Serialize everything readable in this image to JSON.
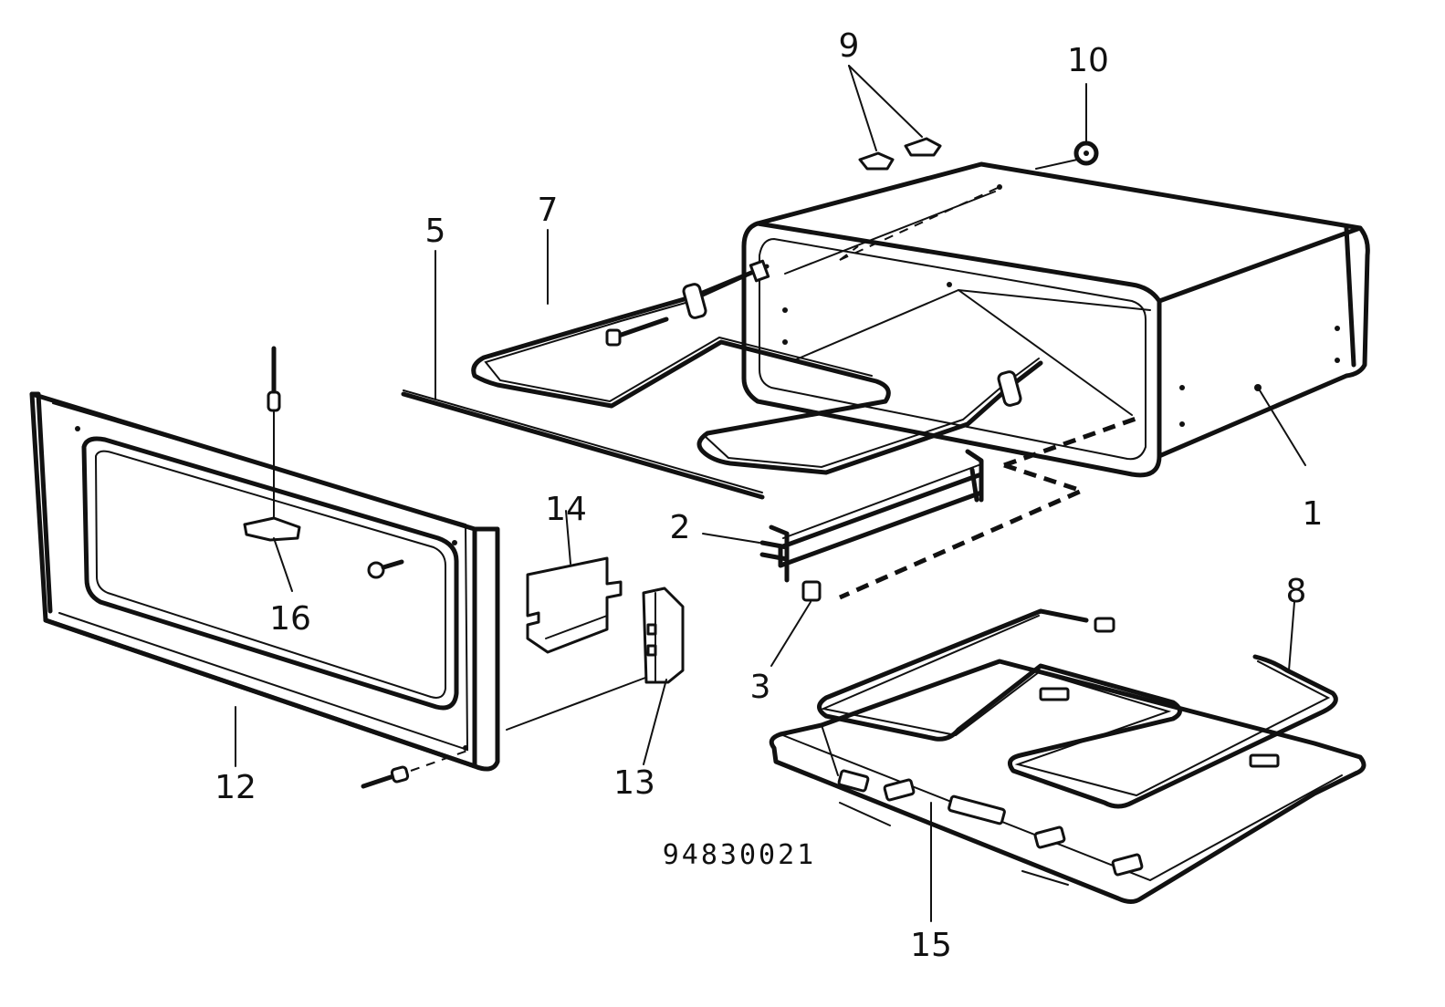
{
  "drawing_number": "94830021",
  "parts": [
    {
      "id": "part-1",
      "label": "1"
    },
    {
      "id": "part-2",
      "label": "2"
    },
    {
      "id": "part-3",
      "label": "3"
    },
    {
      "id": "part-5",
      "label": "5"
    },
    {
      "id": "part-7",
      "label": "7"
    },
    {
      "id": "part-8",
      "label": "8"
    },
    {
      "id": "part-9",
      "label": "9"
    },
    {
      "id": "part-10",
      "label": "10"
    },
    {
      "id": "part-12",
      "label": "12"
    },
    {
      "id": "part-13",
      "label": "13"
    },
    {
      "id": "part-14",
      "label": "14"
    },
    {
      "id": "part-15",
      "label": "15"
    },
    {
      "id": "part-16",
      "label": "16"
    }
  ]
}
